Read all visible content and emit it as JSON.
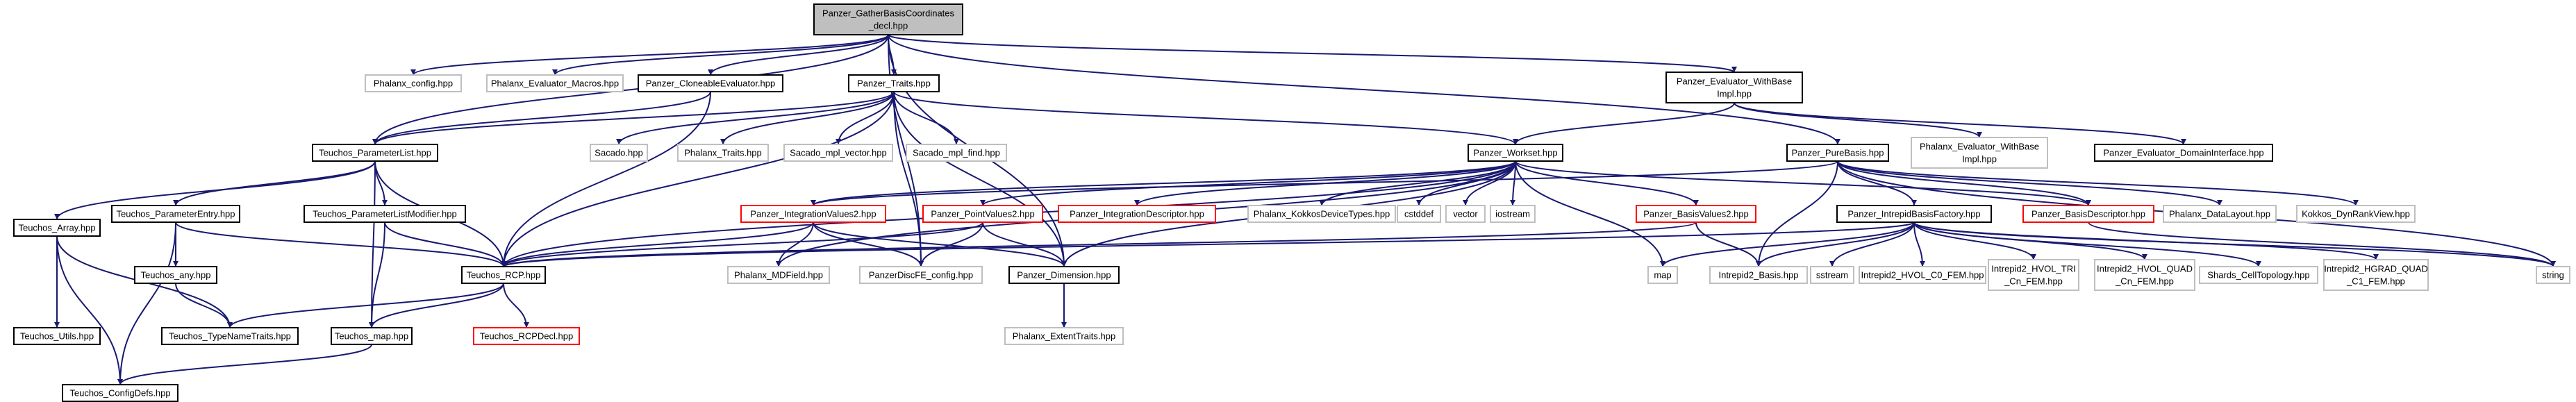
{
  "colors": {
    "background": "#ffffff",
    "root_fill": "#bfbfbf",
    "node_fill": "#ffffff",
    "node_border": "#000000",
    "missing_node_border": "#bfbfbf",
    "truncated_node_border": "#ff0000",
    "edge": "#191970",
    "missing_label": "#7f7f7f"
  },
  "nodes": [
    {
      "id": "root",
      "lines": [
        "Panzer_GatherBasisCoordinates",
        "_decl.hpp"
      ],
      "kind": "root"
    },
    {
      "id": "phx_config",
      "lines": [
        "Phalanx_config.hpp"
      ],
      "kind": "missing"
    },
    {
      "id": "phx_eval_macros",
      "lines": [
        "Phalanx_Evaluator_Macros.hpp"
      ],
      "kind": "missing"
    },
    {
      "id": "clone_eval",
      "lines": [
        "Panzer_CloneableEvaluator.hpp"
      ],
      "kind": "normal"
    },
    {
      "id": "traits",
      "lines": [
        "Panzer_Traits.hpp"
      ],
      "kind": "normal"
    },
    {
      "id": "eval_withbase",
      "lines": [
        "Panzer_Evaluator_WithBase",
        "Impl.hpp"
      ],
      "kind": "normal"
    },
    {
      "id": "param_list",
      "lines": [
        "Teuchos_ParameterList.hpp"
      ],
      "kind": "normal"
    },
    {
      "id": "sacado",
      "lines": [
        "Sacado.hpp"
      ],
      "kind": "missing"
    },
    {
      "id": "phx_traits",
      "lines": [
        "Phalanx_Traits.hpp"
      ],
      "kind": "missing"
    },
    {
      "id": "sacado_mpl_vector",
      "lines": [
        "Sacado_mpl_vector.hpp"
      ],
      "kind": "missing"
    },
    {
      "id": "sacado_mpl_find",
      "lines": [
        "Sacado_mpl_find.hpp"
      ],
      "kind": "missing"
    },
    {
      "id": "workset",
      "lines": [
        "Panzer_Workset.hpp"
      ],
      "kind": "normal"
    },
    {
      "id": "pure_basis",
      "lines": [
        "Panzer_PureBasis.hpp"
      ],
      "kind": "normal"
    },
    {
      "id": "phx_eval_withbase",
      "lines": [
        "Phalanx_Evaluator_WithBase",
        "Impl.hpp"
      ],
      "kind": "missing"
    },
    {
      "id": "eval_domain",
      "lines": [
        "Panzer_Evaluator_DomainInterface.hpp"
      ],
      "kind": "normal"
    },
    {
      "id": "array",
      "lines": [
        "Teuchos_Array.hpp"
      ],
      "kind": "normal"
    },
    {
      "id": "param_entry",
      "lines": [
        "Teuchos_ParameterEntry.hpp"
      ],
      "kind": "normal"
    },
    {
      "id": "param_list_mod",
      "lines": [
        "Teuchos_ParameterListModifier.hpp"
      ],
      "kind": "normal"
    },
    {
      "id": "int_values2",
      "lines": [
        "Panzer_IntegrationValues2.hpp"
      ],
      "kind": "truncated"
    },
    {
      "id": "point_values2",
      "lines": [
        "Panzer_PointValues2.hpp"
      ],
      "kind": "truncated"
    },
    {
      "id": "int_descriptor",
      "lines": [
        "Panzer_IntegrationDescriptor.hpp"
      ],
      "kind": "truncated"
    },
    {
      "id": "kokkos_dev_types",
      "lines": [
        "Phalanx_KokkosDeviceTypes.hpp"
      ],
      "kind": "missing"
    },
    {
      "id": "cstddef",
      "lines": [
        "cstddef"
      ],
      "kind": "missing"
    },
    {
      "id": "vector",
      "lines": [
        "vector"
      ],
      "kind": "missing"
    },
    {
      "id": "iostream",
      "lines": [
        "iostream"
      ],
      "kind": "missing"
    },
    {
      "id": "basis_values2",
      "lines": [
        "Panzer_BasisValues2.hpp"
      ],
      "kind": "truncated"
    },
    {
      "id": "intrepid_factory",
      "lines": [
        "Panzer_IntrepidBasisFactory.hpp"
      ],
      "kind": "normal"
    },
    {
      "id": "basis_descriptor",
      "lines": [
        "Panzer_BasisDescriptor.hpp"
      ],
      "kind": "truncated"
    },
    {
      "id": "phx_datalayout",
      "lines": [
        "Phalanx_DataLayout.hpp"
      ],
      "kind": "missing"
    },
    {
      "id": "kokkos_dynrank",
      "lines": [
        "Kokkos_DynRankView.hpp"
      ],
      "kind": "missing"
    },
    {
      "id": "teuchos_any",
      "lines": [
        "Teuchos_any.hpp"
      ],
      "kind": "normal"
    },
    {
      "id": "rcp",
      "lines": [
        "Teuchos_RCP.hpp"
      ],
      "kind": "normal"
    },
    {
      "id": "phx_mdfield",
      "lines": [
        "Phalanx_MDField.hpp"
      ],
      "kind": "missing"
    },
    {
      "id": "panzer_discfe",
      "lines": [
        "PanzerDiscFE_config.hpp"
      ],
      "kind": "missing"
    },
    {
      "id": "dimension",
      "lines": [
        "Panzer_Dimension.hpp"
      ],
      "kind": "normal"
    },
    {
      "id": "map",
      "lines": [
        "map"
      ],
      "kind": "missing"
    },
    {
      "id": "intrepid2_basis",
      "lines": [
        "Intrepid2_Basis.hpp"
      ],
      "kind": "missing"
    },
    {
      "id": "sstream",
      "lines": [
        "sstream"
      ],
      "kind": "missing"
    },
    {
      "id": "hvol_c0",
      "lines": [
        "Intrepid2_HVOL_C0_FEM.hpp"
      ],
      "kind": "missing"
    },
    {
      "id": "hvol_tri",
      "lines": [
        "Intrepid2_HVOL_TRI",
        "_Cn_FEM.hpp"
      ],
      "kind": "missing"
    },
    {
      "id": "hvol_quad",
      "lines": [
        "Intrepid2_HVOL_QUAD",
        "_Cn_FEM.hpp"
      ],
      "kind": "missing"
    },
    {
      "id": "shards",
      "lines": [
        "Shards_CellTopology.hpp"
      ],
      "kind": "missing"
    },
    {
      "id": "hgrad_quad",
      "lines": [
        "Intrepid2_HGRAD_QUAD",
        "_C1_FEM.hpp"
      ],
      "kind": "missing"
    },
    {
      "id": "string",
      "lines": [
        "string"
      ],
      "kind": "missing"
    },
    {
      "id": "teuchos_utils",
      "lines": [
        "Teuchos_Utils.hpp"
      ],
      "kind": "normal"
    },
    {
      "id": "type_name_traits",
      "lines": [
        "Teuchos_TypeNameTraits.hpp"
      ],
      "kind": "normal"
    },
    {
      "id": "teuchos_map",
      "lines": [
        "Teuchos_map.hpp"
      ],
      "kind": "normal"
    },
    {
      "id": "rcp_decl",
      "lines": [
        "Teuchos_RCPDecl.hpp"
      ],
      "kind": "truncated"
    },
    {
      "id": "extent_traits",
      "lines": [
        "Phalanx_ExtentTraits.hpp"
      ],
      "kind": "missing"
    },
    {
      "id": "config_defs",
      "lines": [
        "Teuchos_ConfigDefs.hpp"
      ],
      "kind": "normal"
    }
  ],
  "edges": [
    [
      "root",
      "phx_config"
    ],
    [
      "root",
      "phx_eval_macros"
    ],
    [
      "root",
      "clone_eval"
    ],
    [
      "root",
      "traits"
    ],
    [
      "root",
      "eval_withbase"
    ],
    [
      "root",
      "param_list"
    ],
    [
      "root",
      "pure_basis"
    ],
    [
      "root",
      "dimension"
    ],
    [
      "root",
      "panzer_discfe"
    ],
    [
      "clone_eval",
      "param_list"
    ],
    [
      "clone_eval",
      "rcp"
    ],
    [
      "traits",
      "param_list"
    ],
    [
      "traits",
      "sacado"
    ],
    [
      "traits",
      "phx_traits"
    ],
    [
      "traits",
      "sacado_mpl_vector"
    ],
    [
      "traits",
      "sacado_mpl_find"
    ],
    [
      "traits",
      "workset"
    ],
    [
      "traits",
      "rcp"
    ],
    [
      "traits",
      "dimension"
    ],
    [
      "traits",
      "panzer_discfe"
    ],
    [
      "eval_withbase",
      "workset"
    ],
    [
      "eval_withbase",
      "phx_eval_withbase"
    ],
    [
      "eval_withbase",
      "eval_domain"
    ],
    [
      "param_list",
      "array"
    ],
    [
      "param_list",
      "param_entry"
    ],
    [
      "param_list",
      "param_list_mod"
    ],
    [
      "param_list",
      "rcp"
    ],
    [
      "param_list",
      "teuchos_map"
    ],
    [
      "array",
      "teuchos_utils"
    ],
    [
      "array",
      "type_name_traits"
    ],
    [
      "array",
      "config_defs"
    ],
    [
      "param_entry",
      "teuchos_any"
    ],
    [
      "param_entry",
      "rcp"
    ],
    [
      "param_entry",
      "config_defs"
    ],
    [
      "param_list_mod",
      "rcp"
    ],
    [
      "param_list_mod",
      "teuchos_map"
    ],
    [
      "teuchos_any",
      "type_name_traits"
    ],
    [
      "rcp",
      "type_name_traits"
    ],
    [
      "rcp",
      "teuchos_map"
    ],
    [
      "rcp",
      "rcp_decl"
    ],
    [
      "teuchos_map",
      "config_defs"
    ],
    [
      "workset",
      "int_values2"
    ],
    [
      "workset",
      "point_values2"
    ],
    [
      "workset",
      "int_descriptor"
    ],
    [
      "workset",
      "kokkos_dev_types"
    ],
    [
      "workset",
      "cstddef"
    ],
    [
      "workset",
      "vector"
    ],
    [
      "workset",
      "iostream"
    ],
    [
      "workset",
      "map"
    ],
    [
      "workset",
      "basis_values2"
    ],
    [
      "workset",
      "basis_descriptor"
    ],
    [
      "workset",
      "rcp"
    ],
    [
      "workset",
      "phx_mdfield"
    ],
    [
      "workset",
      "dimension"
    ],
    [
      "int_values2",
      "rcp"
    ],
    [
      "int_values2",
      "phx_mdfield"
    ],
    [
      "int_values2",
      "panzer_discfe"
    ],
    [
      "int_values2",
      "dimension"
    ],
    [
      "point_values2",
      "rcp"
    ],
    [
      "point_values2",
      "panzer_discfe"
    ],
    [
      "point_values2",
      "dimension"
    ],
    [
      "basis_values2",
      "rcp"
    ],
    [
      "basis_values2",
      "intrepid2_basis"
    ],
    [
      "pure_basis",
      "int_values2"
    ],
    [
      "pure_basis",
      "intrepid_factory"
    ],
    [
      "pure_basis",
      "basis_descriptor"
    ],
    [
      "pure_basis",
      "phx_datalayout"
    ],
    [
      "pure_basis",
      "kokkos_dynrank"
    ],
    [
      "pure_basis",
      "intrepid2_basis"
    ],
    [
      "pure_basis",
      "string"
    ],
    [
      "intrepid_factory",
      "rcp"
    ],
    [
      "intrepid_factory",
      "map"
    ],
    [
      "intrepid_factory",
      "intrepid2_basis"
    ],
    [
      "intrepid_factory",
      "sstream"
    ],
    [
      "intrepid_factory",
      "hvol_c0"
    ],
    [
      "intrepid_factory",
      "hvol_tri"
    ],
    [
      "intrepid_factory",
      "hvol_quad"
    ],
    [
      "intrepid_factory",
      "shards"
    ],
    [
      "intrepid_factory",
      "hgrad_quad"
    ],
    [
      "intrepid_factory",
      "string"
    ],
    [
      "basis_descriptor",
      "string"
    ],
    [
      "dimension",
      "extent_traits"
    ]
  ]
}
